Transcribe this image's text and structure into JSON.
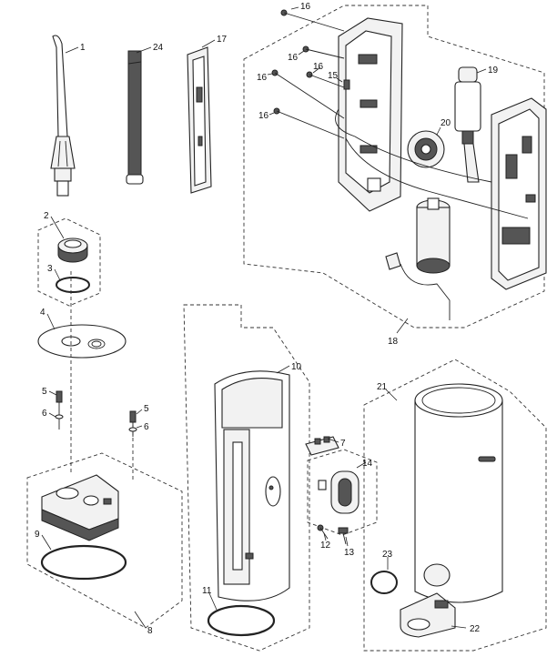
{
  "diagram": {
    "labels": {
      "p1": "1",
      "p2": "2",
      "p3": "3",
      "p4": "4",
      "p5a": "5",
      "p5b": "5",
      "p6a": "6",
      "p6b": "6",
      "p7": "7",
      "p8": "8",
      "p9": "9",
      "p10": "10",
      "p11": "11",
      "p12": "12",
      "p13": "13",
      "p14": "14",
      "p15": "15",
      "p16a": "16",
      "p16b": "16",
      "p16c": "16",
      "p16d": "16",
      "p16e": "16",
      "p17": "17",
      "p18": "18",
      "p19": "19",
      "p20": "20",
      "p21": "21",
      "p22": "22",
      "p23": "23",
      "p24": "24"
    }
  }
}
